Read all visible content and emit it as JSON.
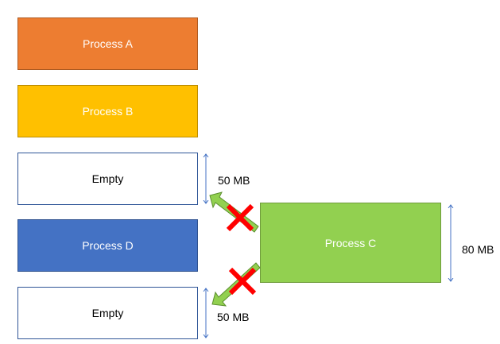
{
  "blocks": {
    "process_a": "Process A",
    "process_b": "Process B",
    "empty_1": "Empty",
    "process_d": "Process D",
    "empty_2": "Empty",
    "process_c": "Process C"
  },
  "sizes": {
    "hole_top": "50 MB",
    "hole_bottom": "50 MB",
    "process_c": "80 MB"
  },
  "colors": {
    "process_a": "#ed7d31",
    "process_b": "#ffc000",
    "process_d": "#4472c4",
    "process_c": "#92d050",
    "blocked_cross": "#ff0000",
    "arrow": "#92d050"
  }
}
